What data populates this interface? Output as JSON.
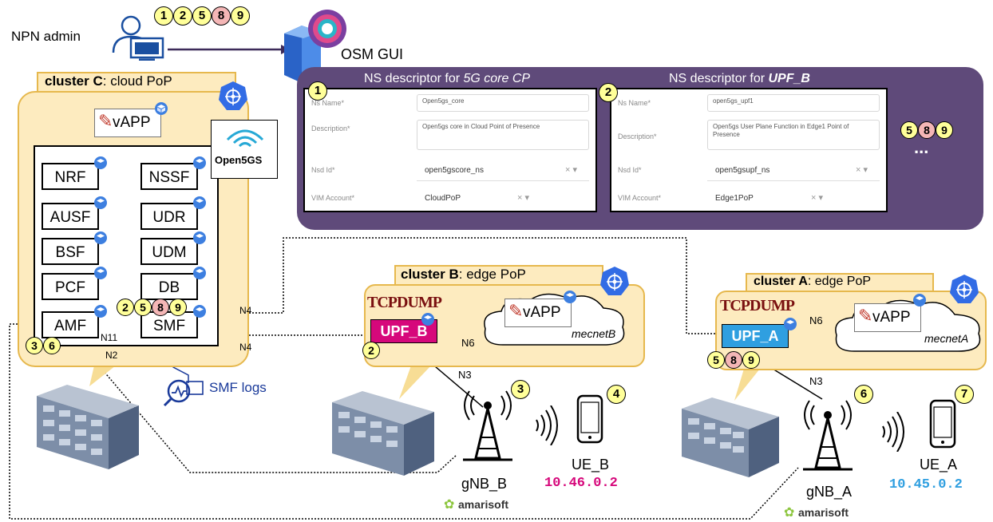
{
  "admin": {
    "label": "NPN admin",
    "steps": [
      "1",
      "2",
      "5",
      "8",
      "9"
    ]
  },
  "osm": {
    "label": "OSM GUI"
  },
  "ns_panel": {
    "more": "...",
    "steps": [
      "5",
      "8",
      "9"
    ],
    "descriptors": [
      {
        "step": "1",
        "title_prefix": "NS descriptor for ",
        "title_em": "5G core CP",
        "fields": {
          "name_label": "Ns Name*",
          "name_value": "Open5gs_core",
          "desc_label": "Description*",
          "desc_value": "Open5gs core in Cloud Point of Presence",
          "nsd_label": "Nsd Id*",
          "nsd_value": "open5gscore_ns",
          "vim_label": "VIM Account*",
          "vim_value": "CloudPoP"
        }
      },
      {
        "step": "2",
        "title_prefix": "NS descriptor for ",
        "title_em": "UPF_B",
        "fields": {
          "name_label": "Ns Name*",
          "name_value": "open5gs_upf1",
          "desc_label": "Description*",
          "desc_value": "Open5gs User Plane Function in Edge1 Point of Presence",
          "nsd_label": "Nsd Id*",
          "nsd_value": "open5gsupf_ns",
          "vim_label": "VIM Account*",
          "vim_value": "Edge1PoP"
        }
      }
    ]
  },
  "cluster_c": {
    "title_bold": "cluster C",
    "title_rest": ": cloud PoP",
    "vapp": "vAPP",
    "open5gs": "Open5GS",
    "nfs": [
      "NRF",
      "NSSF",
      "AUSF",
      "UDR",
      "BSF",
      "UDM",
      "PCF",
      "DB",
      "AMF",
      "SMF"
    ],
    "smf_steps": [
      "2",
      "5",
      "8",
      "9"
    ],
    "amf_steps": [
      "3",
      "6"
    ],
    "iface_n11": "N11",
    "iface_n2": "N2",
    "iface_n4a": "N4",
    "iface_n4b": "N4",
    "smf_logs": "SMF logs"
  },
  "cluster_b": {
    "title_bold": "cluster B",
    "title_rest": ": edge PoP",
    "tcpdump": "TCPDUMP",
    "upf": "UPF_B",
    "vapp": "vAPP",
    "net": "mecnetB",
    "n6": "N6",
    "n3": "N3",
    "upf_step": "2",
    "gnb": "gNB_B",
    "gnb_step": "3",
    "ue": "UE_B",
    "ue_step": "4",
    "ue_ip": "10.46.0.2",
    "vendor": "amarisoft"
  },
  "cluster_a": {
    "title_bold": "cluster A",
    "title_rest": ": edge PoP",
    "tcpdump": "TCPDUMP",
    "upf": "UPF_A",
    "vapp": "vAPP",
    "net": "mecnetA",
    "n6": "N6",
    "n3": "N3",
    "upf_steps": [
      "5",
      "8",
      "9"
    ],
    "gnb": "gNB_A",
    "gnb_step": "6",
    "ue": "UE_A",
    "ue_step": "7",
    "ue_ip": "10.45.0.2",
    "vendor": "amarisoft"
  },
  "colors": {
    "step_yellow": "#ffff99",
    "step_red": "#f4b6b6",
    "panel_purple": "#5f4a7a",
    "cluster_fill": "#fdebbf",
    "cluster_border": "#e6b84d",
    "upf_b": "#d6087b",
    "upf_a": "#2f9fe0",
    "ip_b": "#d6087b",
    "ip_a": "#2f9fe0",
    "k8s": "#326ce5"
  }
}
